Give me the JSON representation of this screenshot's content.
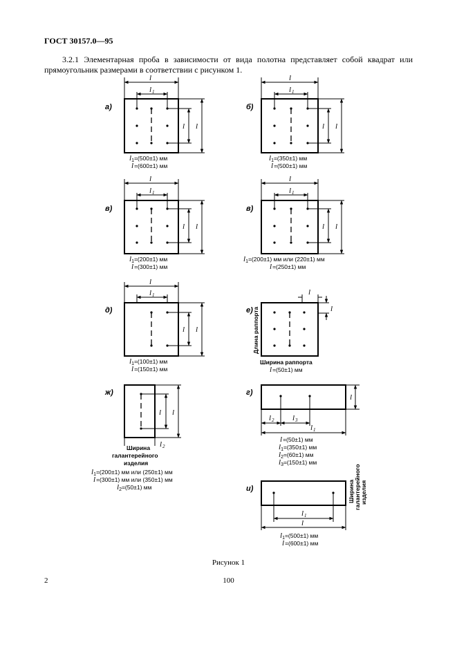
{
  "doc": {
    "header": "ГОСТ 30157.0—95",
    "paragraph": "3.2.1 Элементарная проба в зависимости от вида полотна представляет собой квадрат или прямоугольник размерами в соответствии с рисунком 1.",
    "figure_caption": "Рисунок 1",
    "page_number_left": "2",
    "page_number_center": "100"
  },
  "dims": {
    "l": "l",
    "l1": "l",
    "l2": "l",
    "l3": "l",
    "s1": "1",
    "s2": "2",
    "s3": "3"
  },
  "panels": {
    "a": {
      "letter": "а)",
      "line1": "=(500±1) мм",
      "line2": "=(600±1) мм"
    },
    "b": {
      "letter": "б)",
      "line1": "=(350±1) мм",
      "line2": "=(500±1) мм"
    },
    "v1": {
      "letter": "в)",
      "line1": "=(200±1) мм",
      "line2": "=(300±1) мм"
    },
    "v2": {
      "letter": "в)",
      "line1": "=(200±1) мм или (220±1) мм",
      "line2": "=(250±1) мм"
    },
    "d": {
      "letter": "д)",
      "line1": "=(100±1) мм",
      "line2": "=(150±1) мм"
    },
    "e": {
      "letter": "е)",
      "side_label": "Длина раппорта",
      "line1": "Ширина раппорта",
      "line2": "=(50±1) мм"
    },
    "zh": {
      "letter": "ж)",
      "cap1": "Ширина",
      "cap2": "галантерейного",
      "cap3": "изделия",
      "line1": "=(200±1) мм или (250±1) мм",
      "line2": "=(300±1) мм или (350±1) мм",
      "line3": "=(50±1) мм"
    },
    "g": {
      "letter": "г)",
      "line1": "=(50±1) мм",
      "line2": "=(350±1) мм",
      "line3": "=(60±1) мм",
      "line4": "=(150±1) мм"
    },
    "i": {
      "letter": "и)",
      "side1": "Ширина",
      "side2": "галантерейного",
      "side3": "изделия",
      "line1": "=(500±1) мм",
      "line2": "=(600±1) мм"
    }
  }
}
